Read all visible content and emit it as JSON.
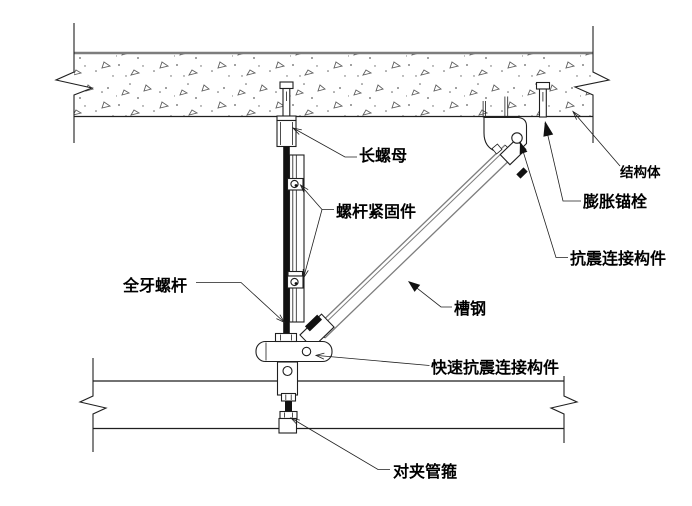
{
  "labels": {
    "long_nut": "长螺母",
    "rod_fastener": "螺杆紧固件",
    "full_thread_rod": "全牙螺杆",
    "structure_body": "结构体",
    "expansion_anchor": "膨胀锚栓",
    "seismic_connector": "抗震连接构件",
    "channel_steel": "槽钢",
    "quick_seismic_connector": "快速抗震连接构件",
    "pipe_clamp": "对夹管箍"
  },
  "colors": {
    "line": "#1f1f1f",
    "line_gray": "#7d7d7d",
    "concrete_speck": "#5f5f5f",
    "fill_dark": "#111111",
    "background": "#ffffff",
    "text": "#000000"
  }
}
